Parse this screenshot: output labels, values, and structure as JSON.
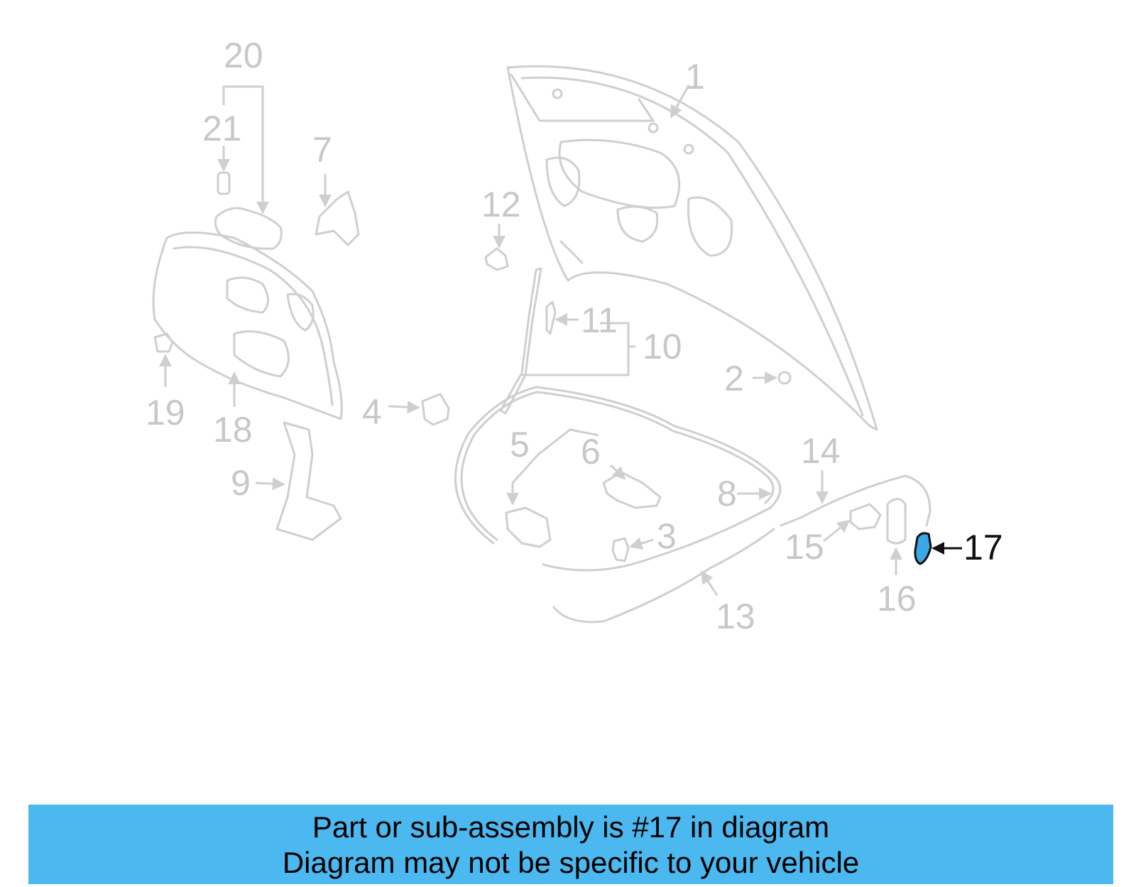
{
  "callouts": [
    "1",
    "2",
    "3",
    "4",
    "5",
    "6",
    "7",
    "8",
    "9",
    "10",
    "11",
    "12",
    "13",
    "14",
    "15",
    "16",
    "17",
    "18",
    "19",
    "20",
    "21"
  ],
  "highlighted_callout": "17",
  "colors": {
    "banner": "#4cb8f0",
    "callout_gray": "#c8c8c8",
    "highlight_part": "#3ba7e6",
    "highlight_text": "#111111"
  },
  "banner": {
    "line1": "Part or sub-assembly is #17 in diagram",
    "line2": "Diagram may not be specific to your vehicle"
  }
}
